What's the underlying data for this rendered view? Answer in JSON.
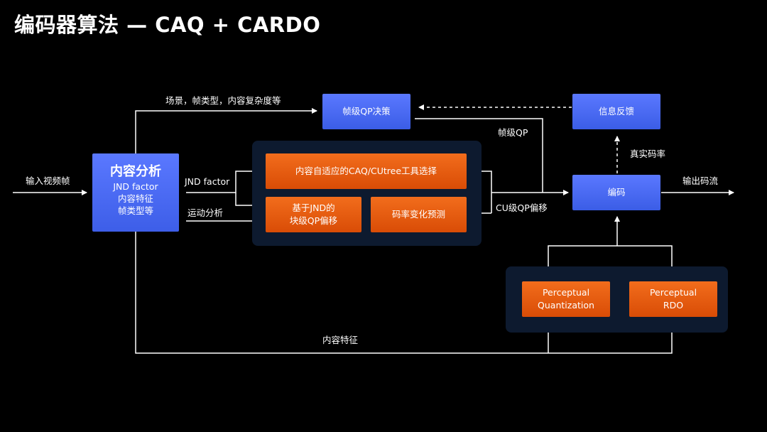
{
  "title": "编码器算法 — CAQ + CARDO",
  "analysis": {
    "heading": "内容分析",
    "lines": [
      "JND factor",
      "内容特征",
      "帧类型等"
    ]
  },
  "boxes": {
    "frame_qp": "帧级QP决策",
    "feedback": "信息反馈",
    "caq_select": "内容自适应的CAQ/CUtree工具选择",
    "jnd_block": "基于JND的\n块级QP偏移",
    "bitrate_pred": "码率变化预测",
    "encode": "编码",
    "perc_quant": "Perceptual\nQuantization",
    "perc_rdo": "Perceptual\nRDO"
  },
  "labels": {
    "input": "输入视频帧",
    "output": "输出码流",
    "scene": "场景，帧类型，内容复杂度等",
    "frame_qp": "帧级QP",
    "real_rate": "真实码率",
    "jnd_factor": "JND factor",
    "motion": "运动分析",
    "cu_qp": "CU级QP偏移",
    "content_feat": "内容特征"
  }
}
